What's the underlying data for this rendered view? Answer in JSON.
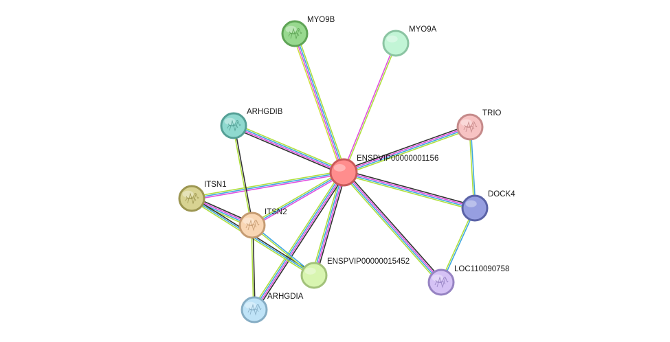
{
  "network": {
    "nodes": [
      {
        "id": "center",
        "label": "ENSPVIP00000001156",
        "fill": "#ff8d8d",
        "stroke": "#c95a5a",
        "icon": "none"
      },
      {
        "id": "myo9b",
        "label": "MYO9B",
        "fill": "#98d98f",
        "stroke": "#5fa456",
        "icon": "protein-structure-icon"
      },
      {
        "id": "myo9a",
        "label": "MYO9A",
        "fill": "#c2f5d6",
        "stroke": "#8bc4a2",
        "icon": "none"
      },
      {
        "id": "arhgdib",
        "label": "ARHGDIB",
        "fill": "#8fd9cf",
        "stroke": "#55a096",
        "icon": "protein-structure-icon"
      },
      {
        "id": "trio",
        "label": "TRIO",
        "fill": "#f7c3c3",
        "stroke": "#c58a8a",
        "icon": "protein-structure-icon"
      },
      {
        "id": "itsn1",
        "label": "ITSN1",
        "fill": "#d8d392",
        "stroke": "#9c9651",
        "icon": "protein-structure-icon"
      },
      {
        "id": "itsn2",
        "label": "ITSN2",
        "fill": "#f9d6b4",
        "stroke": "#c59b72",
        "icon": "protein-structure-icon"
      },
      {
        "id": "dock4",
        "label": "DOCK4",
        "fill": "#969ee0",
        "stroke": "#5a62a6",
        "icon": "none"
      },
      {
        "id": "enspvip15452",
        "label": "ENSPVIP00000015452",
        "fill": "#d8f5b0",
        "stroke": "#a2c27a",
        "icon": "none"
      },
      {
        "id": "loc110090758",
        "label": "LOC110090758",
        "fill": "#d5c2f5",
        "stroke": "#9683c2",
        "icon": "protein-structure-icon"
      },
      {
        "id": "arhgdia",
        "label": "ARHGDIA",
        "fill": "#bfe3f7",
        "stroke": "#86adc4",
        "icon": "protein-structure-icon"
      }
    ],
    "edges": [
      {
        "from": "center",
        "to": "myo9b",
        "colors": [
          "#d0e040",
          "#e050e0",
          "#40a8e0",
          "#b0e040"
        ]
      },
      {
        "from": "center",
        "to": "myo9a",
        "colors": [
          "#e050e0",
          "#b0e040"
        ]
      },
      {
        "from": "center",
        "to": "arhgdib",
        "colors": [
          "#333333",
          "#e050e0",
          "#40a8e0",
          "#b0e040"
        ]
      },
      {
        "from": "center",
        "to": "trio",
        "colors": [
          "#333333",
          "#e050e0",
          "#40a8e0",
          "#b0e040"
        ]
      },
      {
        "from": "center",
        "to": "itsn1",
        "colors": [
          "#e050e0",
          "#40a8e0",
          "#b0e040"
        ]
      },
      {
        "from": "center",
        "to": "itsn2",
        "colors": [
          "#e050e0",
          "#40a8e0",
          "#b0e040"
        ]
      },
      {
        "from": "center",
        "to": "dock4",
        "colors": [
          "#333333",
          "#e050e0",
          "#40a8e0",
          "#b0e040"
        ]
      },
      {
        "from": "center",
        "to": "enspvip15452",
        "colors": [
          "#333333",
          "#e050e0",
          "#40a8e0",
          "#b0e040"
        ]
      },
      {
        "from": "center",
        "to": "loc110090758",
        "colors": [
          "#333333",
          "#e050e0",
          "#40a8e0",
          "#b0e040"
        ]
      },
      {
        "from": "center",
        "to": "arhgdia",
        "colors": [
          "#333333",
          "#e050e0",
          "#40a8e0",
          "#b0e040"
        ]
      },
      {
        "from": "trio",
        "to": "dock4",
        "colors": [
          "#40a8e0",
          "#b0e040"
        ]
      },
      {
        "from": "dock4",
        "to": "loc110090758",
        "colors": [
          "#40a8e0",
          "#b0e040"
        ]
      },
      {
        "from": "arhgdib",
        "to": "itsn2",
        "colors": [
          "#333333",
          "#b0e040"
        ]
      },
      {
        "from": "itsn1",
        "to": "itsn2",
        "colors": [
          "#333333",
          "#e050e0",
          "#40a8e0",
          "#b0e040"
        ]
      },
      {
        "from": "itsn1",
        "to": "enspvip15452",
        "colors": [
          "#333333",
          "#40a8e0",
          "#b0e040"
        ]
      },
      {
        "from": "itsn2",
        "to": "enspvip15452",
        "colors": [
          "#40a8e0",
          "#b0e040"
        ]
      },
      {
        "from": "itsn2",
        "to": "arhgdia",
        "colors": [
          "#333333",
          "#b0e040"
        ]
      }
    ]
  }
}
